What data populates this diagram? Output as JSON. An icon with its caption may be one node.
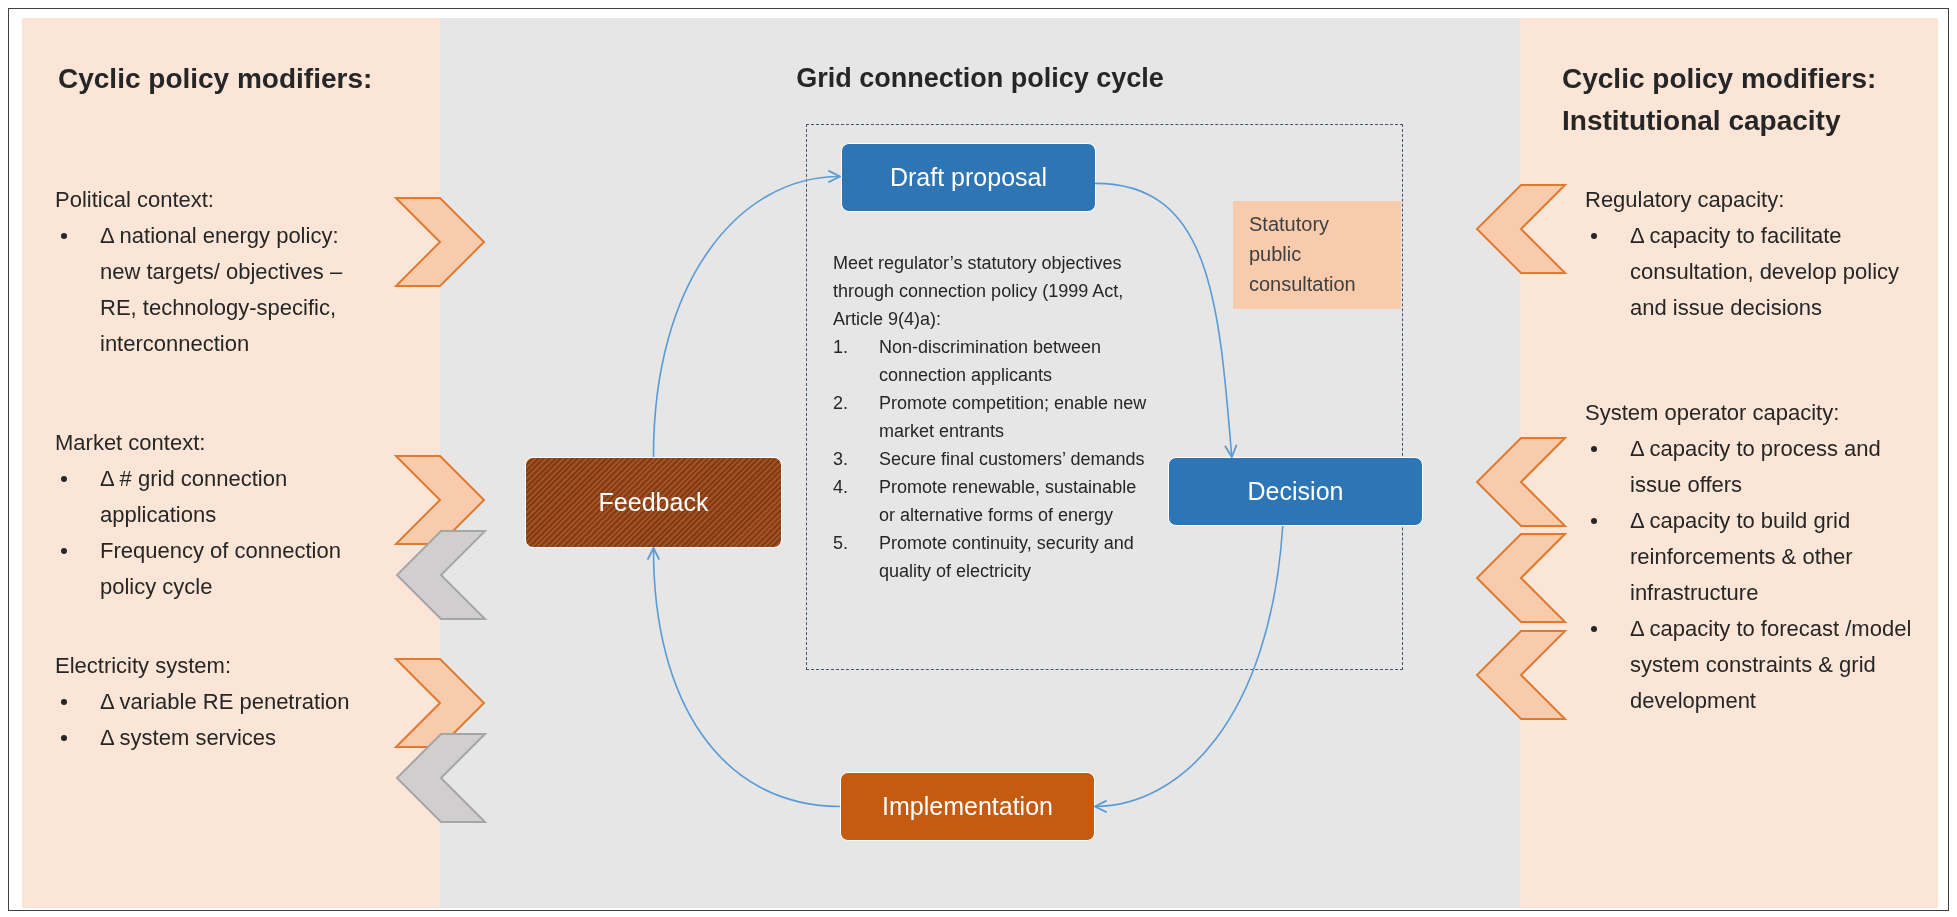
{
  "diagram": {
    "nodes": [
      {
        "text": [
          "Cyclic policy modifiers:",
          "Political context:",
          "Δ national energy policy: new targets/ objectives – RE, technology-specific, interconnection",
          "Market context:",
          "Δ # grid connection applications",
          "Frequency of connection policy cycle",
          "Electricity system:",
          "Δ variable RE penetration",
          "Δ system services"
        ]
      },
      {
        "text": [
          "Grid connection policy cycle"
        ]
      },
      {
        "text": [
          "Meet regulator’s statutory objectives through connection policy (1999 Act, Article 9(4)a):",
          "1.",
          "Non-discrimination between connection applicants",
          "2.",
          "Promote competition; enable new market entrants",
          "3.",
          "Secure final customers’ demands",
          "4.",
          "Promote renewable, sustainable or alternative forms of energy",
          "5.",
          "Promote continuity, security and quality of electricity"
        ],
        "in": 1
      },
      {
        "text": [
          "Draft proposal"
        ],
        "in": 2
      },
      {
        "text": [
          "Statutory public consultation"
        ],
        "in": 2
      },
      {
        "text": [
          "Decision"
        ],
        "in": 1
      },
      {
        "text": [
          "Implementation"
        ],
        "in": 1
      },
      {
        "text": [
          "Feedback"
        ],
        "in": 1
      },
      {
        "text": [
          "Cyclic policy modifiers: Institutional capacity",
          "Regulatory capacity:",
          "Δ capacity to facilitate consultation, develop policy and issue decisions",
          "System operator capacity:",
          "Δ capacity to process and issue offers",
          "Δ capacity to build grid reinforcements & other infrastructure",
          "Δ capacity to forecast /model system constraints & grid development"
        ]
      }
    ],
    "edges": [
      {
        "from": 3,
        "to": 5,
        "arrow": "to"
      },
      {
        "from": 5,
        "to": 6,
        "arrow": "to"
      },
      {
        "from": 6,
        "to": 7,
        "arrow": "to"
      },
      {
        "from": 7,
        "to": 3,
        "arrow": "to"
      },
      {
        "from": 0,
        "to": 1,
        "arrow": "to",
        "color": "#e07a30"
      },
      {
        "from": 0,
        "to": 1,
        "arrow": "to",
        "color": "#e07a30"
      },
      {
        "from": 1,
        "to": 0,
        "arrow": "to",
        "color": "#a6a6a6"
      },
      {
        "from": 0,
        "to": 1,
        "arrow": "to",
        "color": "#e07a30"
      },
      {
        "from": 1,
        "to": 0,
        "arrow": "to",
        "color": "#a6a6a6"
      },
      {
        "from": 8,
        "to": 1,
        "arrow": "to",
        "color": "#e07a30"
      },
      {
        "from": 8,
        "to": 1,
        "arrow": "to",
        "color": "#e07a30"
      },
      {
        "from": 8,
        "to": 1,
        "arrow": "to",
        "color": "#e07a30"
      },
      {
        "from": 8,
        "to": 1,
        "arrow": "to",
        "color": "#e07a30"
      }
    ]
  }
}
